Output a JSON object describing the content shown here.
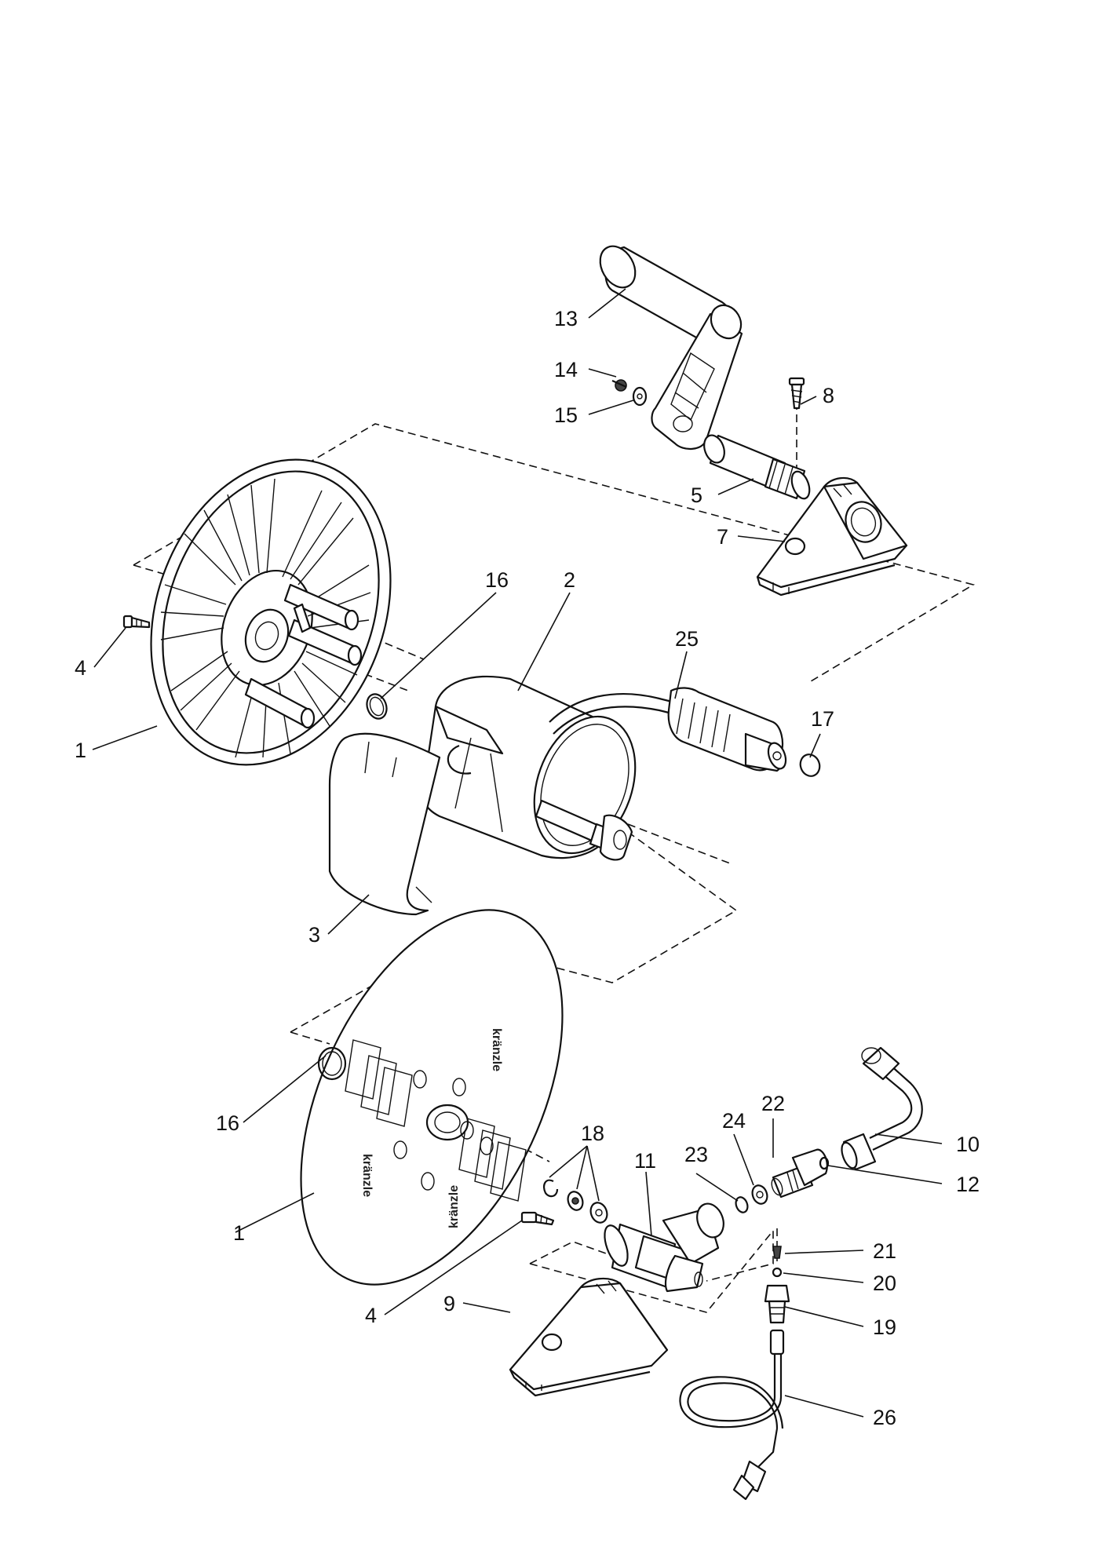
{
  "diagram": {
    "brand_marks": [
      "kränzle",
      "kränzle",
      "kränzle"
    ],
    "labels": [
      {
        "id": "p13",
        "text": "13"
      },
      {
        "id": "p14",
        "text": "14"
      },
      {
        "id": "p15",
        "text": "15"
      },
      {
        "id": "p8",
        "text": "8"
      },
      {
        "id": "p5",
        "text": "5"
      },
      {
        "id": "p7",
        "text": "7"
      },
      {
        "id": "p16a",
        "text": "16"
      },
      {
        "id": "p2",
        "text": "2"
      },
      {
        "id": "p25",
        "text": "25"
      },
      {
        "id": "p4a",
        "text": "4"
      },
      {
        "id": "p17",
        "text": "17"
      },
      {
        "id": "p1a",
        "text": "1"
      },
      {
        "id": "p3",
        "text": "3"
      },
      {
        "id": "p22",
        "text": "22"
      },
      {
        "id": "p24",
        "text": "24"
      },
      {
        "id": "p18",
        "text": "18"
      },
      {
        "id": "p23",
        "text": "23"
      },
      {
        "id": "p10",
        "text": "10"
      },
      {
        "id": "p16b",
        "text": "16"
      },
      {
        "id": "p11",
        "text": "11"
      },
      {
        "id": "p12",
        "text": "12"
      },
      {
        "id": "p1b",
        "text": "1"
      },
      {
        "id": "p21",
        "text": "21"
      },
      {
        "id": "p20",
        "text": "20"
      },
      {
        "id": "p4b",
        "text": "4"
      },
      {
        "id": "p19",
        "text": "19"
      },
      {
        "id": "p9",
        "text": "9"
      },
      {
        "id": "p26",
        "text": "26"
      }
    ]
  }
}
